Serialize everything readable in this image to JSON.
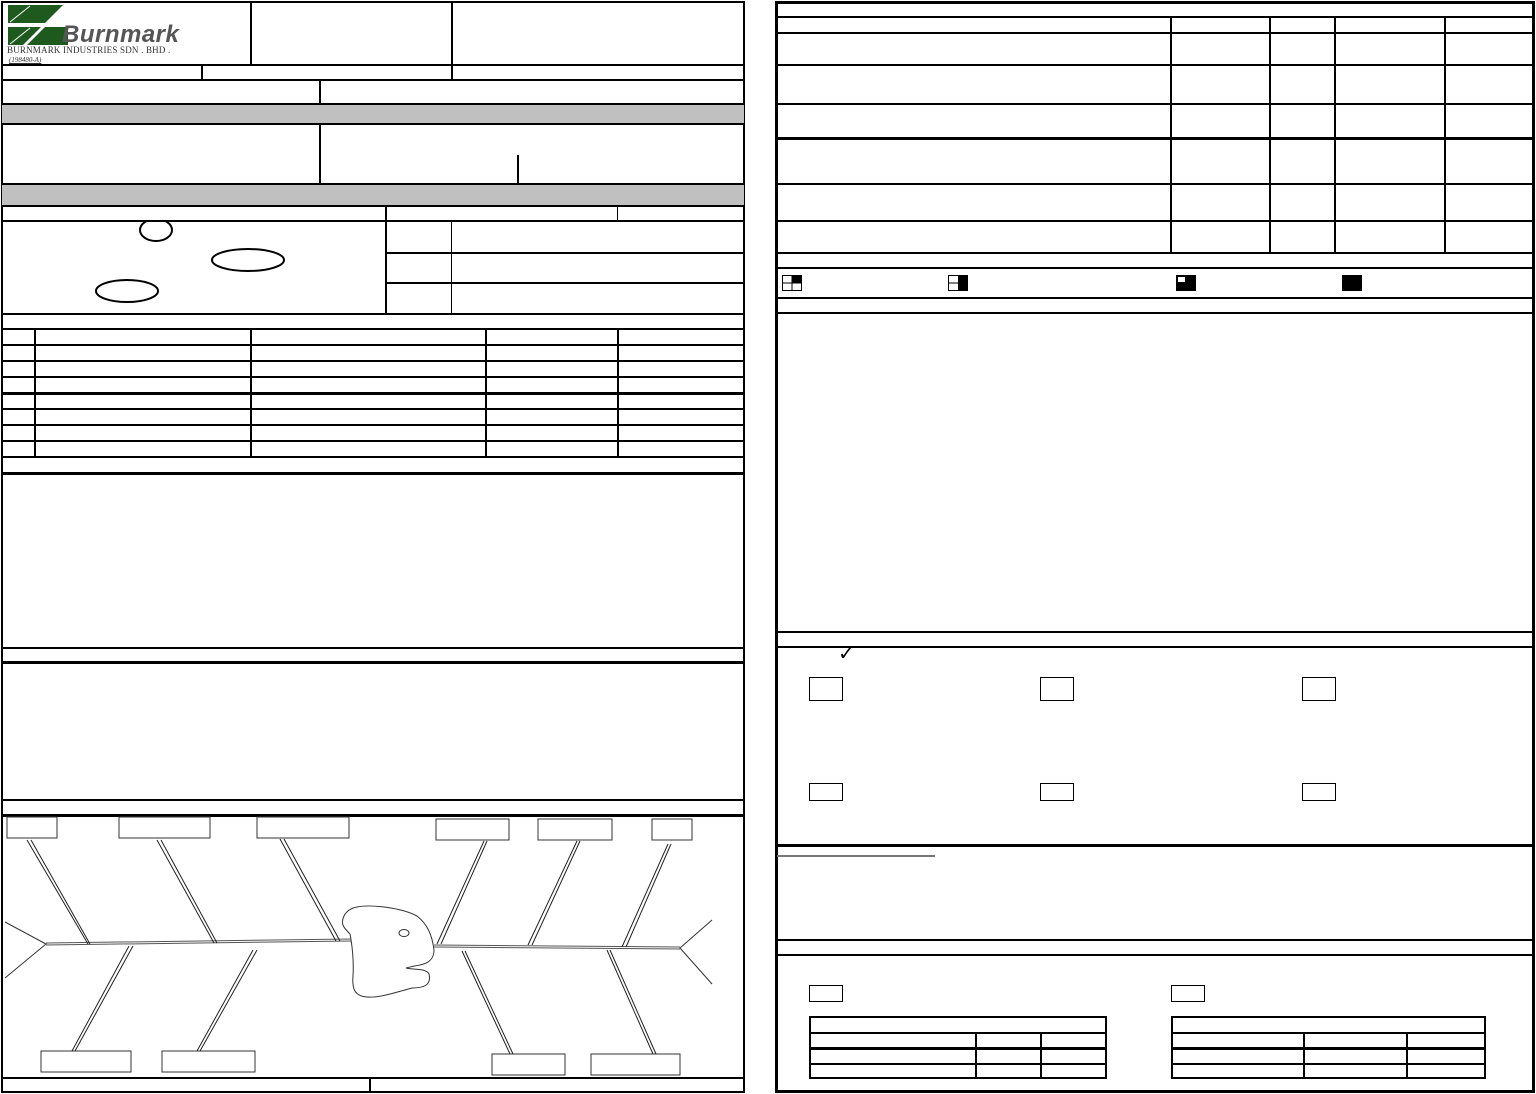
{
  "header": {
    "logo": {
      "brand_name": "Burnmark",
      "company_name": "BURNMARK INDUSTRIES SDN . BHD .",
      "registration_no": "(198480-A)",
      "logo_color": "#1e5a1e"
    }
  },
  "left_page": {
    "section_bar_color": "#c0c0c0",
    "defect_sketch": {
      "shapes": [
        "circle",
        "ellipse",
        "ellipse"
      ]
    },
    "detail_table": {
      "rows": 8,
      "columns": 5
    },
    "fishbone_diagram": {
      "top_cause_boxes": 6,
      "bottom_cause_boxes": 4,
      "head": "fish-head"
    }
  },
  "right_page": {
    "action_table": {
      "rows": 6,
      "columns": 5
    },
    "progress_legend": [
      "quarter",
      "half",
      "three-quarter",
      "full"
    ],
    "verification": {
      "check_mark": "✓",
      "checkboxes": 6
    },
    "closure": {
      "checkboxes": 2,
      "sign_tables": 2
    }
  }
}
